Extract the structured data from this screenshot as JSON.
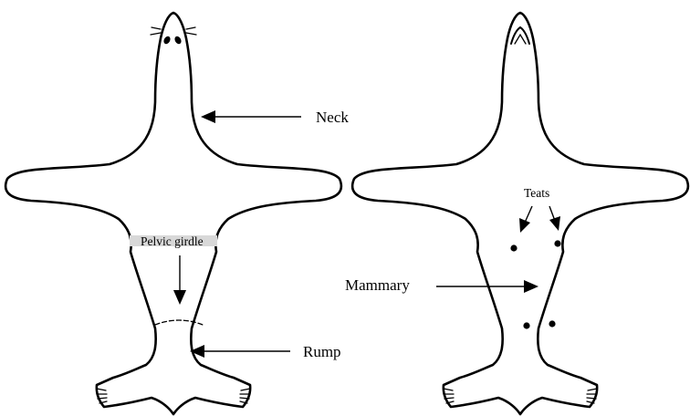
{
  "labels": {
    "neck": "Neck",
    "pelvic_girdle": "Pelvic girdle",
    "rump": "Rump",
    "teats": "Teats",
    "mammary": "Mammary"
  },
  "colors": {
    "line": "#000000",
    "background": "#ffffff"
  }
}
